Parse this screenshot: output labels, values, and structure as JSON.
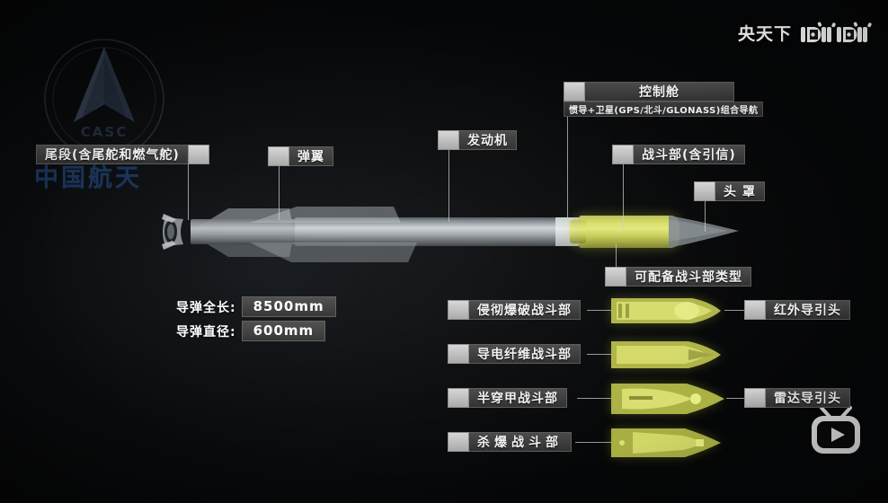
{
  "brand": {
    "channel_name": "央天下",
    "platform_logo": "bilibili",
    "play_button_icon": "bilibili-tv-play-icon"
  },
  "watermark": {
    "logo_icon": "casc-arrow-logo",
    "logo_text": "CASC",
    "org_text": "中国航天"
  },
  "callouts": [
    {
      "id": "tail",
      "label": "尾段(含尾舵和燃气舵)"
    },
    {
      "id": "wing",
      "label": "弹翼"
    },
    {
      "id": "engine",
      "label": "发动机"
    },
    {
      "id": "control",
      "label": "控制舱",
      "subtitle": "惯导+卫星(GPS/北斗/GLONASS)组合导航"
    },
    {
      "id": "warhead",
      "label": "战斗部(含引信)"
    },
    {
      "id": "nosecone",
      "label": "头 罩"
    },
    {
      "id": "wh_types",
      "label": "可配备战斗部类型"
    }
  ],
  "specs": [
    {
      "key": "导弹全长:",
      "value": "8500mm"
    },
    {
      "key": "导弹直径:",
      "value": "600mm"
    }
  ],
  "warhead_options": [
    {
      "label": "侵彻爆破战斗部",
      "seeker": "红外导引头"
    },
    {
      "label": "导电纤维战斗部",
      "seeker": ""
    },
    {
      "label": "半穿甲战斗部",
      "seeker": "雷达导引头"
    },
    {
      "label": "杀爆战斗部",
      "seeker": ""
    }
  ],
  "colors": {
    "warhead_yellow": "#c8ce55",
    "body_grey": "#9aa0a4",
    "chip_dark": "#353535",
    "chip_square": "#c4c4c4",
    "watermark_blue": "#1d3a63"
  }
}
